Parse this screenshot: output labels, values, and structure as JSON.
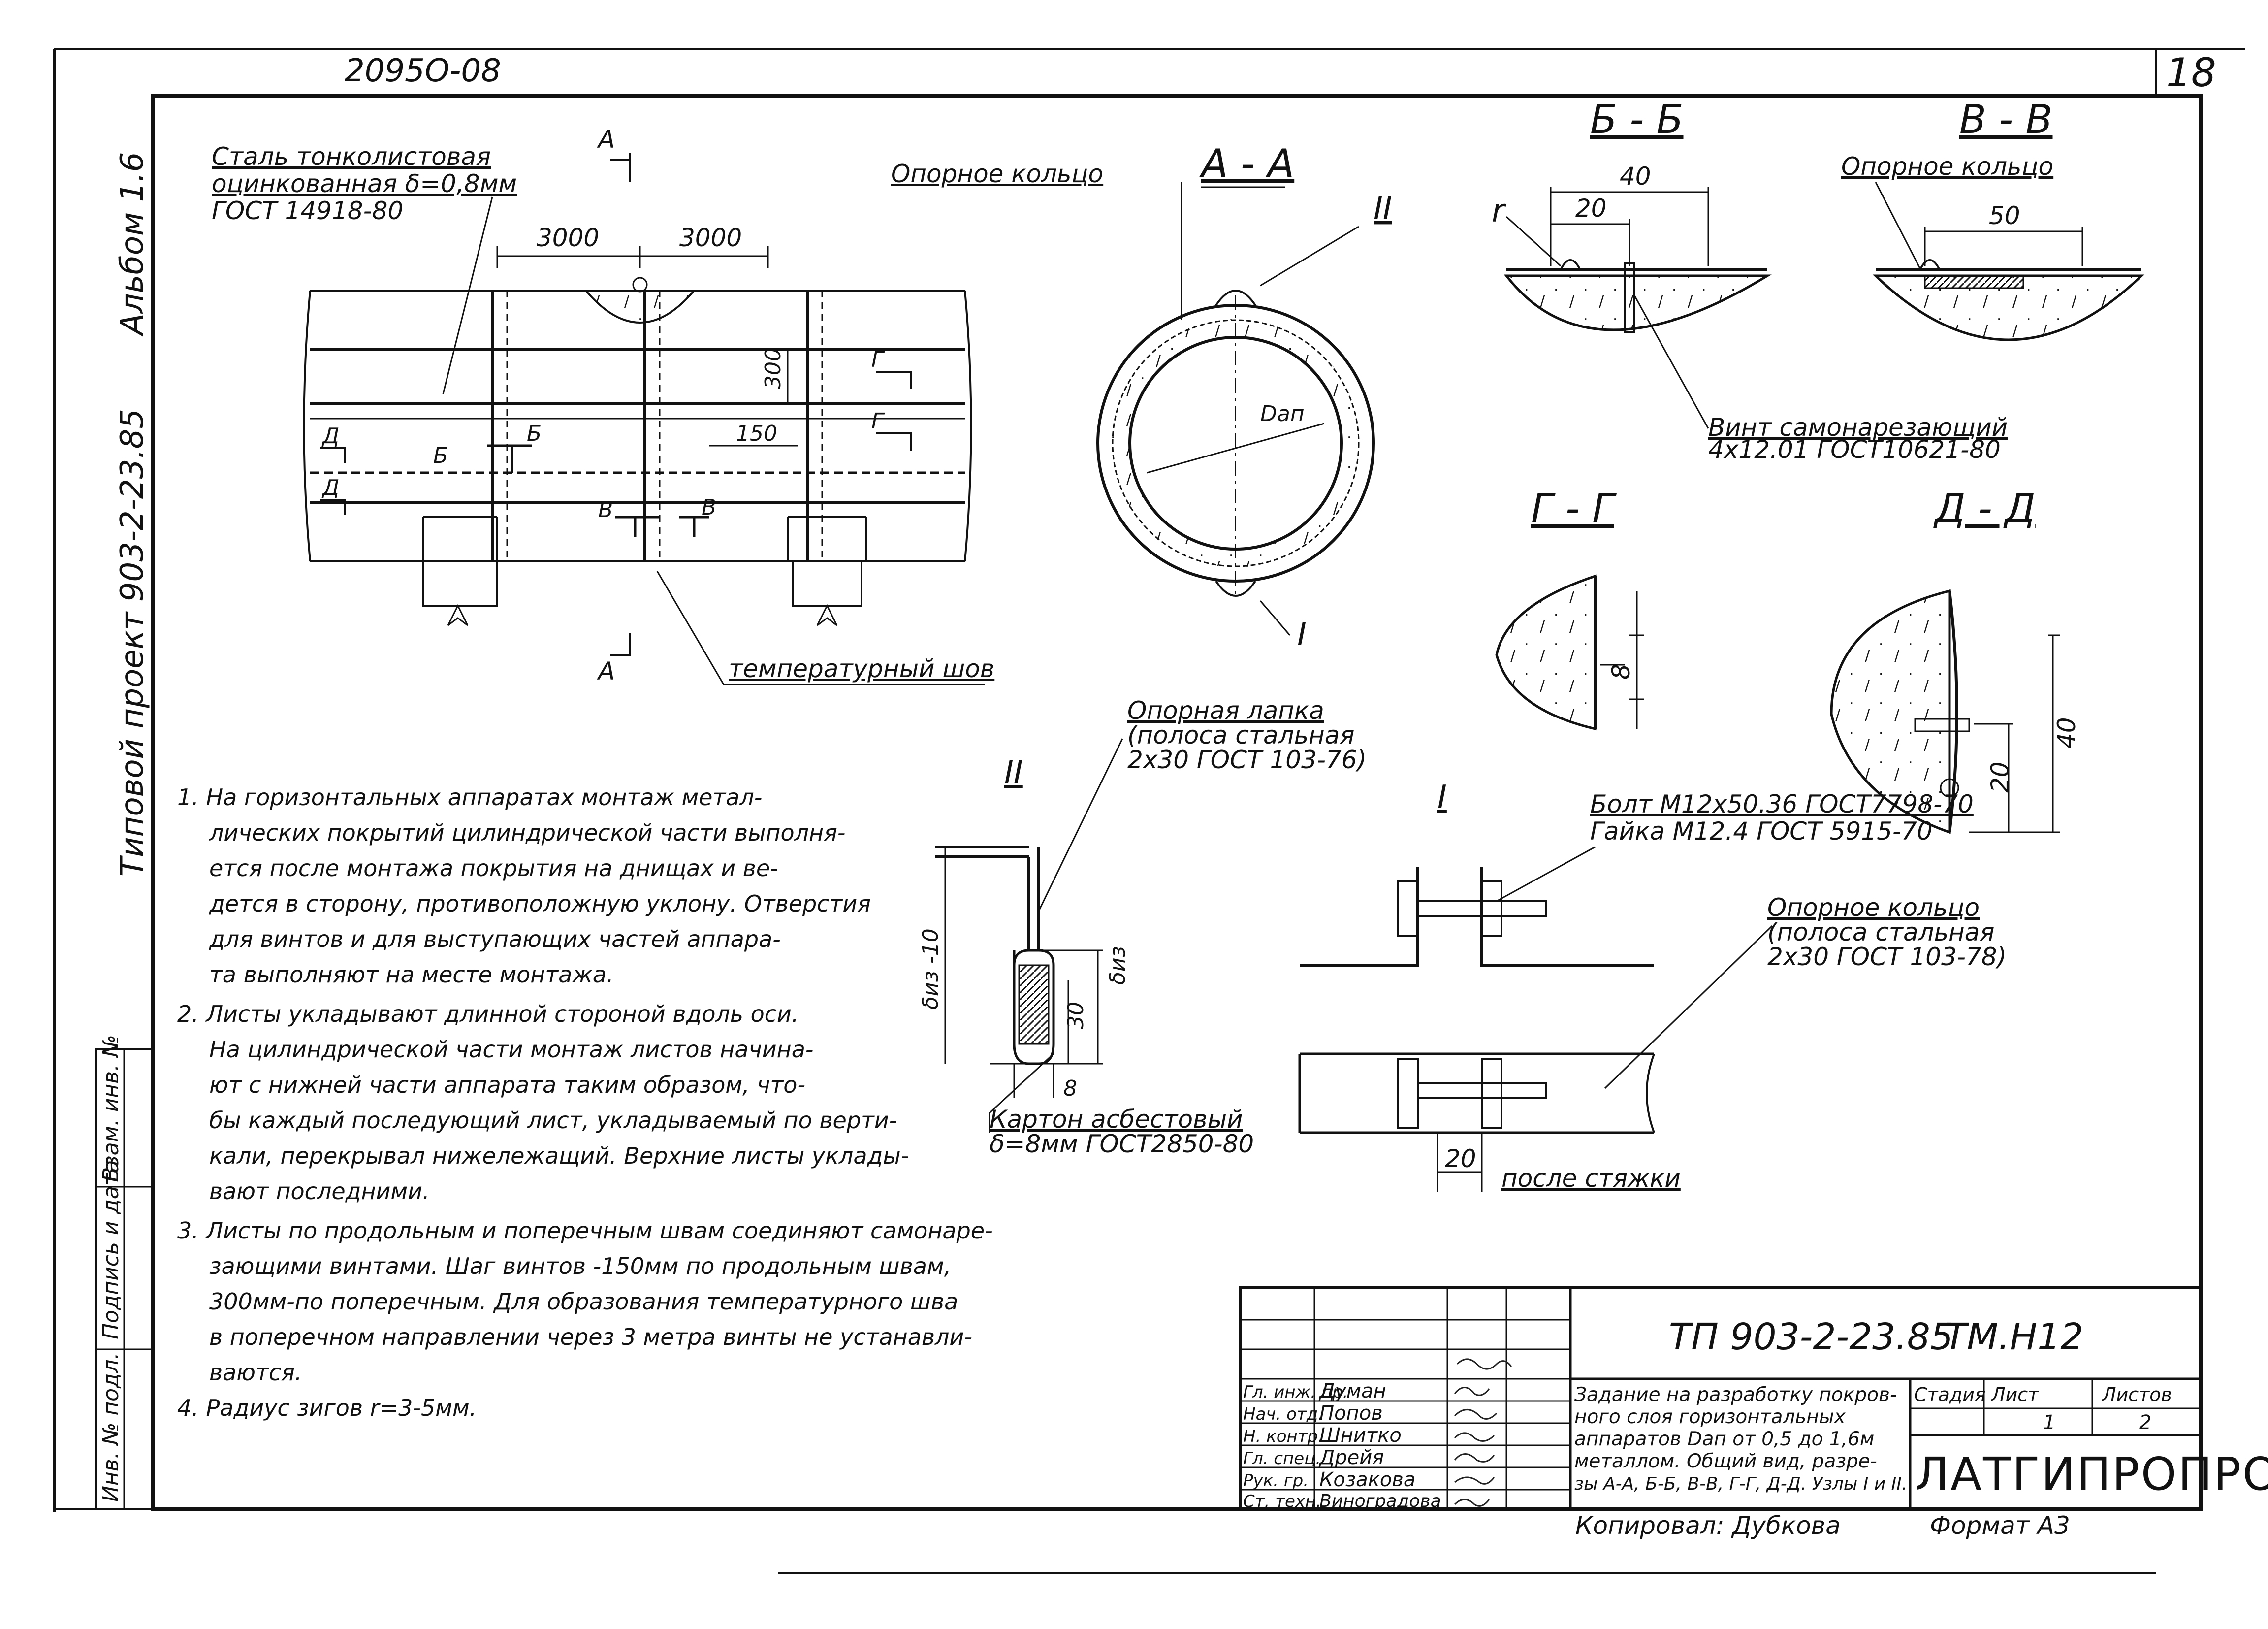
{
  "sheet": {
    "top_code": "2095О-08",
    "sheet_number": "18",
    "side_album": "Альбом 1.6",
    "side_project": "Типовой проект 903-2-23.85",
    "binding": [
      "Инв. № подл.",
      "Подпись и дата",
      "Взам. инв. №"
    ]
  },
  "main_view": {
    "material": [
      "Сталь тонколистовая",
      "оцинкованная δ=0,8мм",
      "ГОСТ 14918-80"
    ],
    "dim_left": "3000",
    "dim_right": "3000",
    "dim_300": "300",
    "dim_150": "150",
    "mark_a": "А",
    "mark_b": "Б",
    "mark_v": "В",
    "mark_g": "Г",
    "mark_d": "Д",
    "temp_seam": "температурный шов"
  },
  "section_aa": {
    "title": "А - А",
    "ring_label": "Опорное кольцо",
    "dia_label": "Dап",
    "node_1": "I",
    "node_2": "II"
  },
  "section_bb": {
    "title": "Б - Б",
    "dim_40": "40",
    "dim_20": "20",
    "r_label": "r",
    "screw": [
      "Винт самонарезающий",
      "4x12.01 ГОСТ10621-80"
    ]
  },
  "section_vv": {
    "title": "В - В",
    "ring": "Опорное кольцо",
    "dim_50": "50"
  },
  "section_gg": {
    "title": "Г - Г",
    "dim": "8"
  },
  "section_dd": {
    "title": "Д - Д",
    "dim_40": "40",
    "dim_20": "20"
  },
  "node_ii": {
    "title": "II",
    "paw": [
      "Опорная лапка",
      "(полоса стальная",
      "2х30 ГОСТ 103-76)"
    ],
    "dim_biz10": "δиз -10",
    "dim_biz": "δиз",
    "dim_30": "30",
    "dim_8": "8",
    "carton": [
      "Картон асбестовый",
      "δ=8мм ГОСТ2850-80"
    ]
  },
  "node_i": {
    "title": "I",
    "bolt": "Болт М12х50.36 ГОСТ7798-70",
    "nut": "Гайка М12.4 ГОСТ 5915-70",
    "ring": [
      "Опорное кольцо",
      "(полоса стальная",
      "2х30 ГОСТ 103-78)"
    ],
    "dim_20": "20",
    "after": "после стяжки"
  },
  "notes": [
    "1. На горизонтальных аппаратах монтаж метал-",
    "лических покрытий цилиндрической части выполня-",
    "ется после монтажа покрытия на днищах и ве-",
    "дется в сторону, противоположную уклону. Отверстия",
    "для винтов и для выступающих частей аппара-",
    "та выполняют на месте монтажа.",
    "2. Листы укладывают длинной стороной вдоль оси.",
    "На цилиндрической части монтаж листов начина-",
    "ют с нижней части аппарата таким образом, что-",
    "бы каждый последующий лист, укладываемый по верти-",
    "кали, перекрывал нижележащий. Верхние листы уклады-",
    "вают последними.",
    "3. Листы по продольным и поперечным швам соединяют самонаре-",
    "зающими винтами. Шаг винтов -150мм по продольным швам,",
    "300мм-по поперечным. Для образования температурного шва",
    "в поперечном направлении через 3 метра винты не устанавли-",
    "ваются.",
    "4. Радиус зигов r=3-5мм."
  ],
  "title_block": {
    "code": "ТП 903-2-23.85",
    "mark": "ТМ.Н12",
    "roles": [
      "Гл. инж. пр.",
      "Нач. отд.",
      "Н. контр.",
      "Гл. спец.",
      "Рук. гр.",
      "Ст. техн."
    ],
    "names": [
      "Думан",
      "Попов",
      "Шнитко",
      "Дрейя",
      "Козакова",
      "Виноградова"
    ],
    "description": [
      "Задание на разработку покров-",
      "ного слоя горизонтальных",
      "аппаратов Dап от 0,5 до 1,6м",
      "металлом. Общий вид, разре-",
      "зы А-А, Б-Б, В-В, Г-Г, Д-Д. Узлы I и II."
    ],
    "stage_label": "Стадия",
    "sheet_label": "Лист",
    "sheets_label": "Листов",
    "sheet_value": "1",
    "sheets_value": "2",
    "org": "ЛАТГИПРОПРОМ",
    "copied": "Копировал: Дубкова",
    "format": "Формат А3"
  }
}
